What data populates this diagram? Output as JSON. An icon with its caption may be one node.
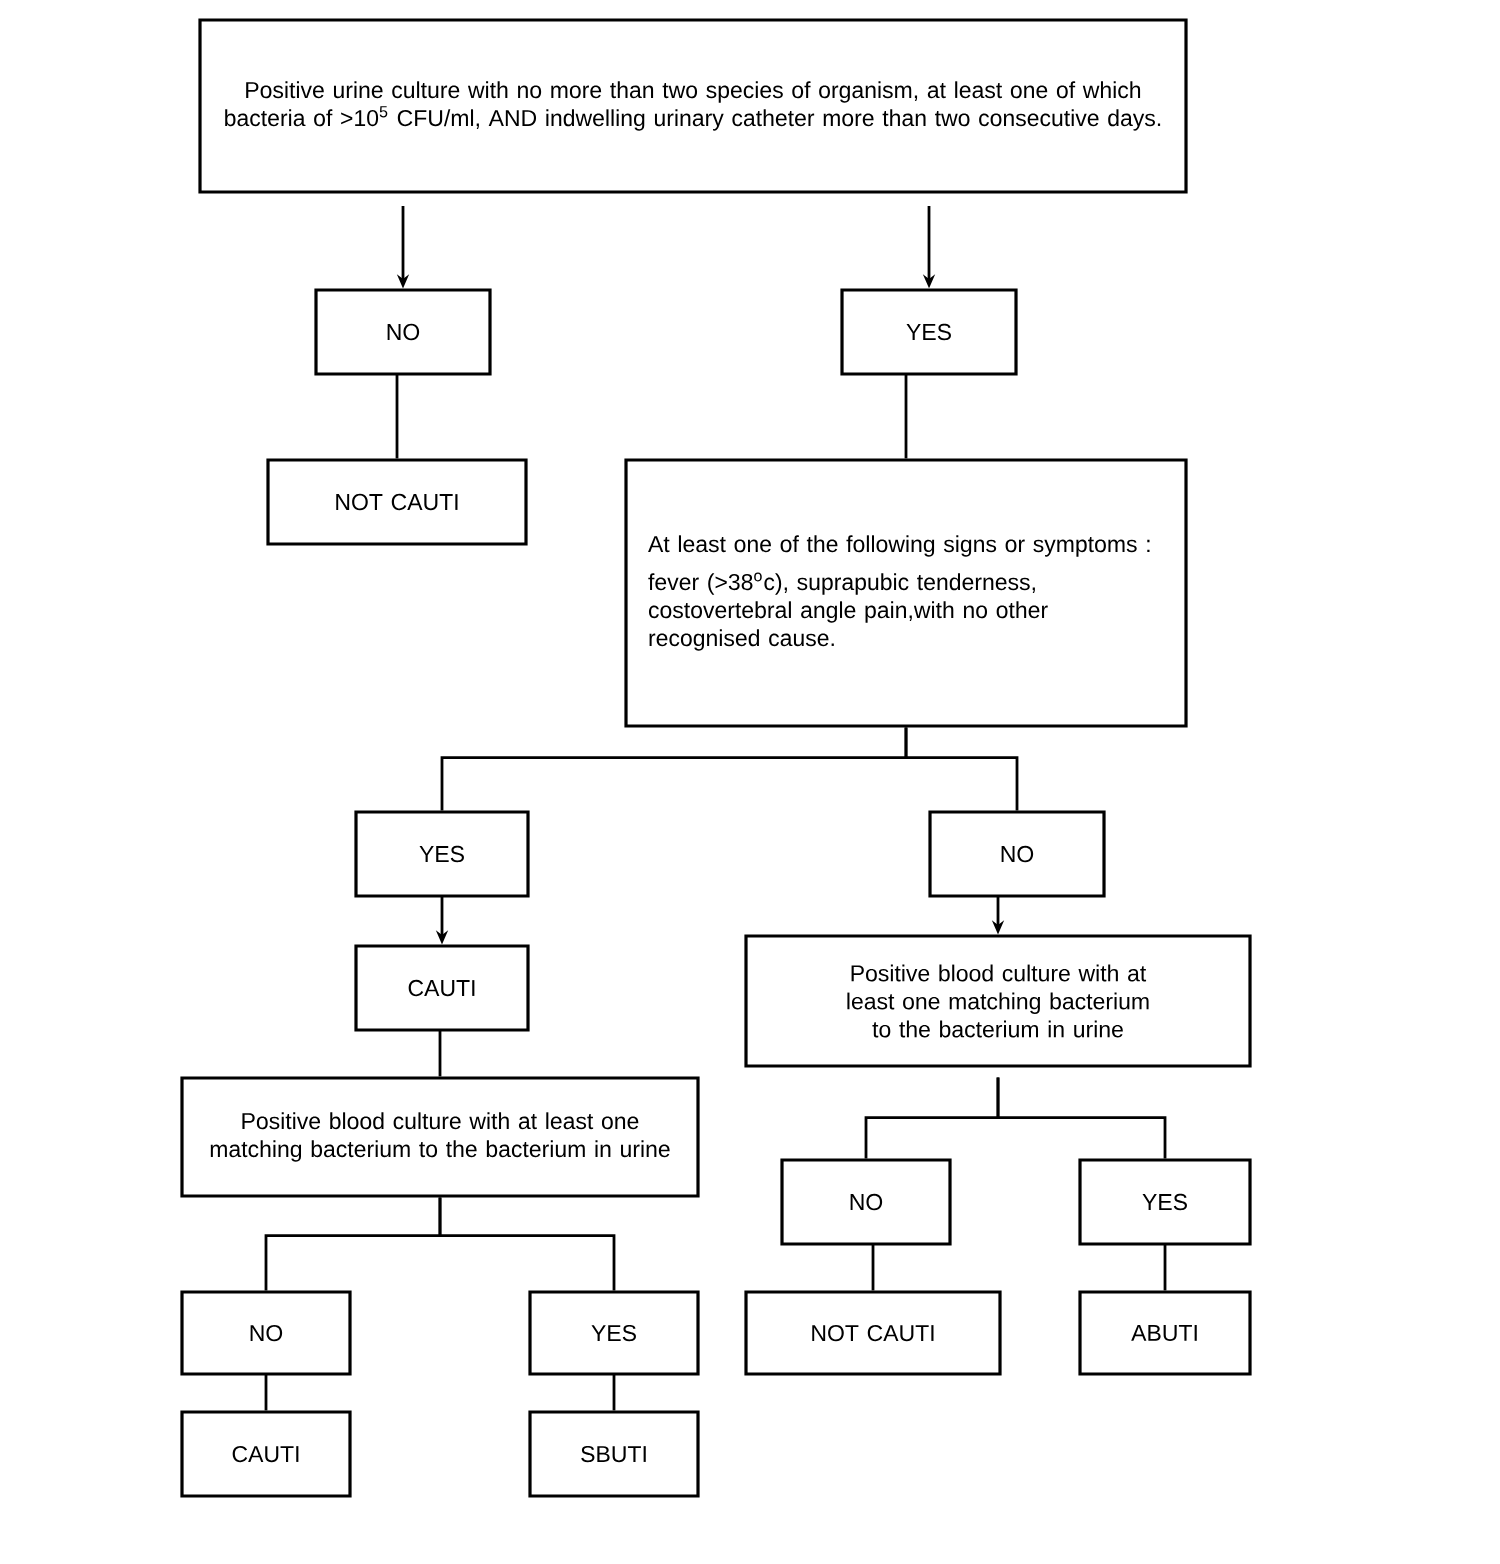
{
  "diagram": {
    "nodes": [
      {
        "text": [
          "Positive urine culture with no more than two species of organism, at least one of which bacteria of >10$^{5}$ CFU/ml, AND indwelling urinary catheter more than two consecutive days."
        ]
      },
      {
        "text": [
          "NO"
        ]
      },
      {
        "text": [
          "NOT CAUTI"
        ]
      },
      {
        "text": [
          "YES"
        ]
      },
      {
        "text": [
          "At least one of the following signs or symptoms :",
          "fever (>38$^{o}$c), suprapubic tenderness, costovertebral angle pain,with no other recognised cause."
        ]
      },
      {
        "text": [
          "YES"
        ]
      },
      {
        "text": [
          "CAUTI"
        ]
      },
      {
        "text": [
          "Positive blood culture with at least one matching bacterium to the bacterium in urine"
        ]
      },
      {
        "text": [
          "NO"
        ]
      },
      {
        "text": [
          "YES"
        ]
      },
      {
        "text": [
          "CAUTI"
        ]
      },
      {
        "text": [
          "SBUTI"
        ]
      },
      {
        "text": [
          "NO"
        ]
      },
      {
        "text": [
          "Positive blood culture with at least one matching bacterium to the bacterium in urine"
        ]
      },
      {
        "text": [
          "NO"
        ]
      },
      {
        "text": [
          "YES"
        ]
      },
      {
        "text": [
          "NOT CAUTI"
        ]
      },
      {
        "text": [
          "ABUTI"
        ]
      }
    ],
    "edges": [
      {
        "from": 0,
        "to": 1,
        "arrow": "to"
      },
      {
        "from": 0,
        "to": 3,
        "arrow": "to"
      },
      {
        "from": 1,
        "to": 2,
        "arrow": "none"
      },
      {
        "from": 3,
        "to": 4,
        "arrow": "none"
      },
      {
        "from": 4,
        "to": 5,
        "arrow": "none"
      },
      {
        "from": 4,
        "to": 12,
        "arrow": "none"
      },
      {
        "from": 5,
        "to": 6,
        "arrow": "to"
      },
      {
        "from": 12,
        "to": 13,
        "arrow": "to"
      },
      {
        "from": 6,
        "to": 7,
        "arrow": "none"
      },
      {
        "from": 7,
        "to": 8,
        "arrow": "none"
      },
      {
        "from": 7,
        "to": 9,
        "arrow": "none"
      },
      {
        "from": 13,
        "to": 14,
        "arrow": "none"
      },
      {
        "from": 13,
        "to": 15,
        "arrow": "none"
      },
      {
        "from": 8,
        "to": 10,
        "arrow": "none"
      },
      {
        "from": 9,
        "to": 11,
        "arrow": "none"
      },
      {
        "from": 14,
        "to": 16,
        "arrow": "none"
      },
      {
        "from": 15,
        "to": 17,
        "arrow": "none"
      }
    ]
  }
}
